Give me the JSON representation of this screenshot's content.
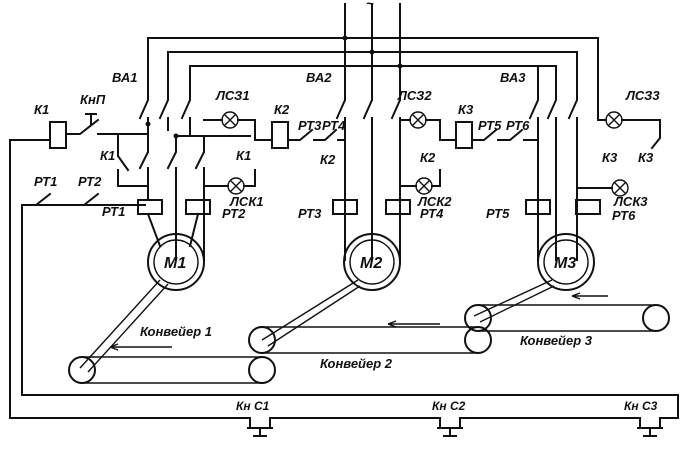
{
  "supply": {
    "symbol": "~"
  },
  "breakers": [
    "ВА1",
    "ВА2",
    "ВА3"
  ],
  "contactors": [
    "К1",
    "К2",
    "К3"
  ],
  "thermal_relays": [
    "РТ1",
    "РТ2",
    "РТ3",
    "РТ4",
    "РТ5",
    "РТ6"
  ],
  "start_button": "КнП",
  "stop_buttons": [
    "Кн С1",
    "Кн С2",
    "Кн С3"
  ],
  "lamps": {
    "off": [
      "ЛСЗ1",
      "ЛСЗ2",
      "ЛСЗ3"
    ],
    "on": [
      "ЛСК1",
      "ЛСК2",
      "ЛСК3"
    ]
  },
  "motors": [
    "М1",
    "М2",
    "М3"
  ],
  "conveyors": [
    "Конвейер 1",
    "Конвейер 2",
    "Конвейер 3"
  ]
}
